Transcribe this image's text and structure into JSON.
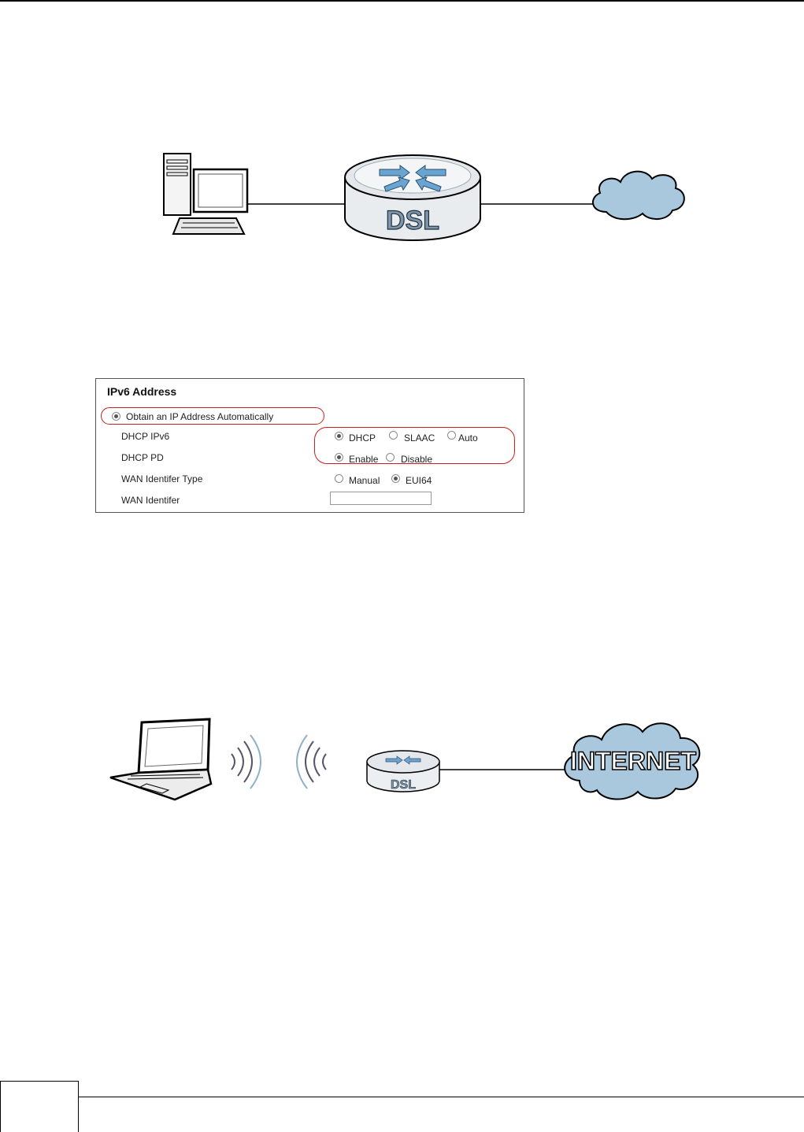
{
  "diagram1": {
    "router_label": "DSL"
  },
  "ipv6_panel": {
    "title": "IPv6 Address",
    "obtain_auto": {
      "label": "Obtain an IP Address Automatically",
      "checked": true
    },
    "rows": [
      {
        "label": "DHCP IPv6",
        "options": [
          {
            "label": "DHCP",
            "checked": true
          },
          {
            "label": "SLAAC",
            "checked": false
          },
          {
            "label": "Auto",
            "checked": false
          }
        ]
      },
      {
        "label": "DHCP PD",
        "options": [
          {
            "label": "Enable",
            "checked": true
          },
          {
            "label": "Disable",
            "checked": false
          }
        ]
      },
      {
        "label": "WAN Identifer Type",
        "options": [
          {
            "label": "Manual",
            "checked": false
          },
          {
            "label": "EUI64",
            "checked": true
          }
        ]
      },
      {
        "label": "WAN Identifer",
        "value": ""
      }
    ]
  },
  "diagram2": {
    "router_label": "DSL",
    "cloud_label": "INTERNET"
  },
  "colors": {
    "highlight": "#d01c1c",
    "cloud_fill": "#a9c8dd",
    "router_fill": "#e4e8ec"
  }
}
